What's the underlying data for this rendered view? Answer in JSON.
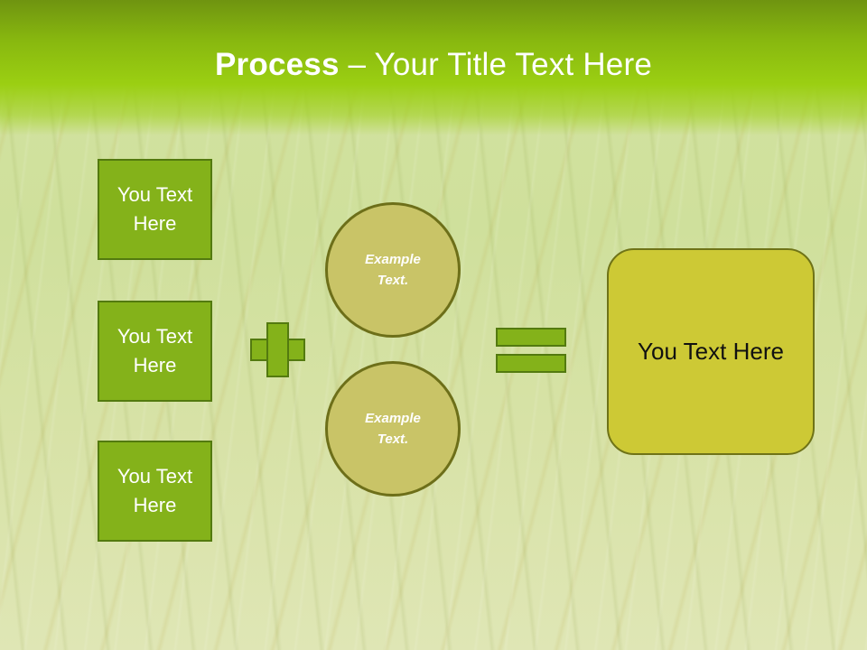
{
  "slide": {
    "title_bold": "Process",
    "title_rest": " – Your Title Text Here"
  },
  "boxes": [
    {
      "label": "You Text Here"
    },
    {
      "label": "You Text Here"
    },
    {
      "label": "You Text Here"
    }
  ],
  "circles": [
    {
      "label": "Example Text."
    },
    {
      "label": "Example Text."
    }
  ],
  "result": {
    "label": "You Text Here"
  },
  "colors": {
    "header_green": "#8cc10f",
    "box_fill": "#84b21a",
    "box_border": "#537a0f",
    "circle_fill": "#c9c467",
    "result_fill": "#cdc935"
  },
  "icons": {
    "operator_1": "plus-icon",
    "operator_2": "equals-icon"
  }
}
